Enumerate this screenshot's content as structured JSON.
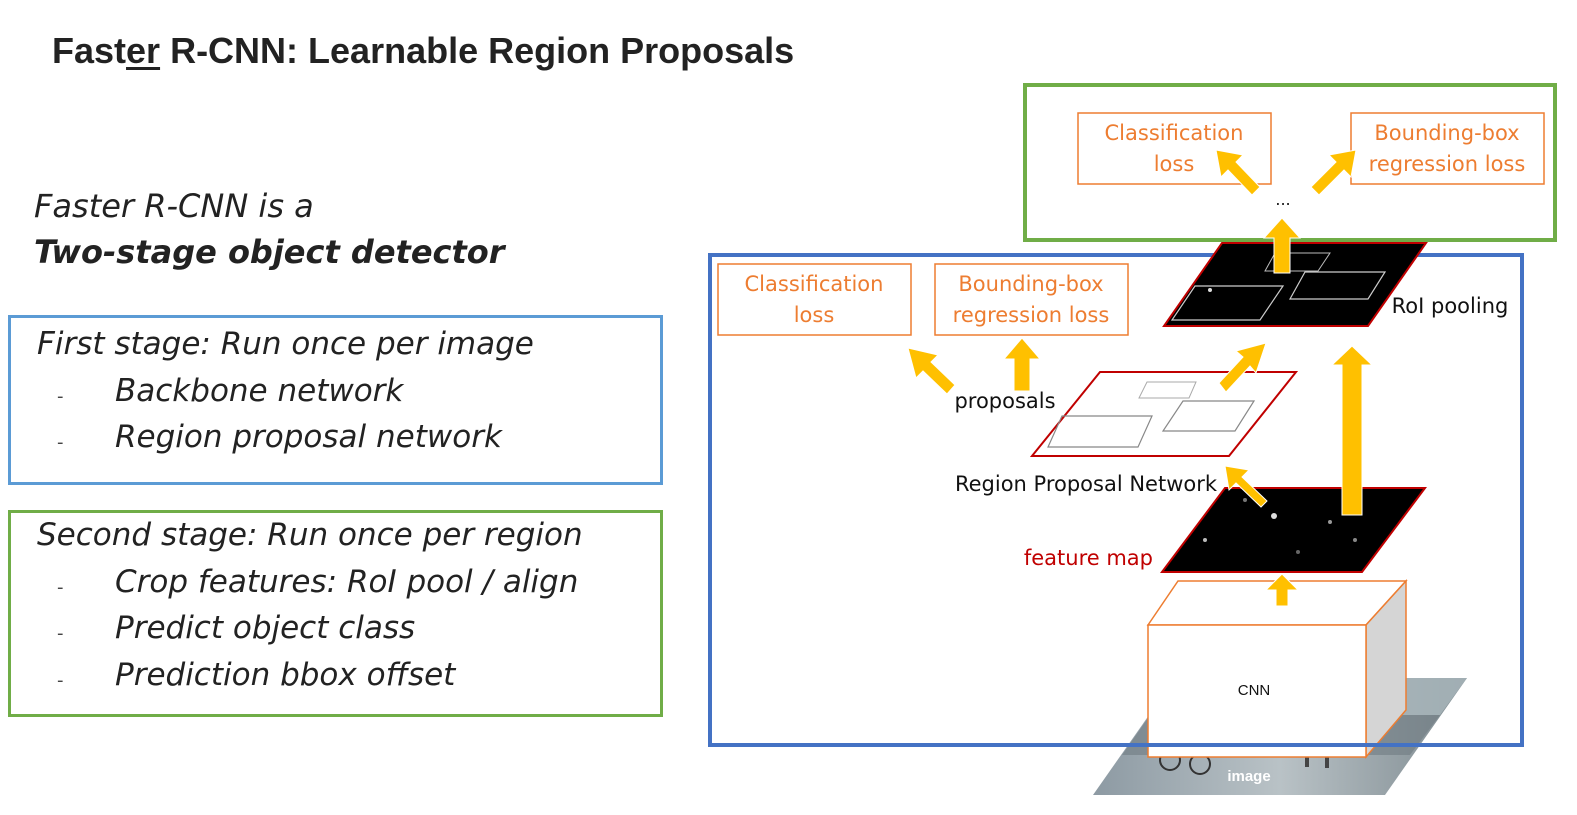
{
  "title": {
    "prefix": "Fast",
    "underlined": "er",
    "suffix": " R-CNN: Learnable Region Proposals"
  },
  "intro": {
    "line1": "Faster R-CNN is a",
    "line2": "Two-stage object detector"
  },
  "first_stage": {
    "heading": "First stage: Run once per image",
    "items": [
      "Backbone network",
      "Region proposal network"
    ]
  },
  "second_stage": {
    "heading": "Second stage: Run once per region",
    "items": [
      "Crop features: RoI pool / align",
      "Predict object class",
      "Prediction bbox offset"
    ]
  },
  "diagram": {
    "top_cls_loss": [
      "Classification",
      "loss"
    ],
    "top_bbox_loss": [
      "Bounding-box",
      "regression loss"
    ],
    "ellipsis": "...",
    "rpn_cls_loss": [
      "Classification",
      "loss"
    ],
    "rpn_bbox_loss": [
      "Bounding-box",
      "regression loss"
    ],
    "roi_pooling": "RoI pooling",
    "proposals": "proposals",
    "rpn": "Region Proposal Network",
    "feature_map": "feature map",
    "cnn": "CNN",
    "image": "image"
  },
  "colors": {
    "stage1_box": "#5b9bd5",
    "stage2_box": "#70ad47",
    "diagram_blue_box": "#4472c4",
    "diagram_green_box": "#70ad47",
    "loss_orange": "#ed7d31",
    "arrow_yellow": "#ffc000",
    "feature_red": "#c00000"
  }
}
